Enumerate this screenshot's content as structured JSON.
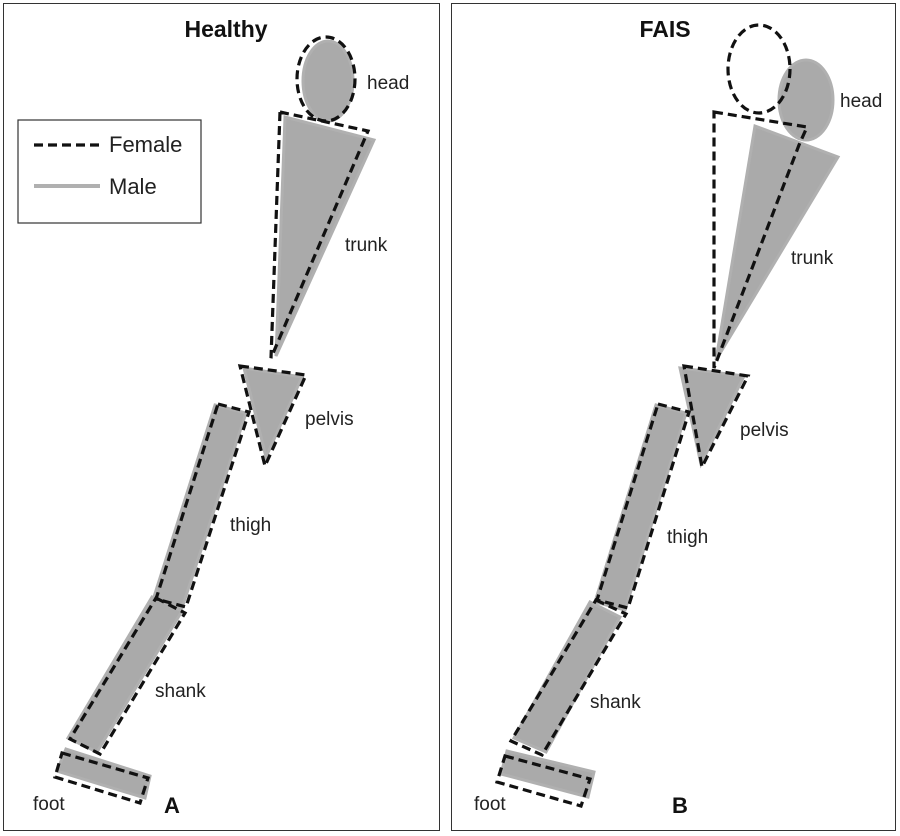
{
  "colors": {
    "male_fill": "#aaaaaa",
    "male_stroke": "#b0b0b0",
    "female_stroke": "#111111",
    "frame": "#333333"
  },
  "legend": {
    "female_label": "Female",
    "male_label": "Male"
  },
  "panels": [
    {
      "title": "Healthy",
      "letter": "A",
      "segment_labels": {
        "head": "head",
        "trunk": "trunk",
        "pelvis": "pelvis",
        "thigh": "thigh",
        "shank": "shank",
        "foot": "foot"
      }
    },
    {
      "title": "FAIS",
      "letter": "B",
      "segment_labels": {
        "head": "head",
        "trunk": "trunk",
        "pelvis": "pelvis",
        "thigh": "thigh",
        "shank": "shank",
        "foot": "foot"
      }
    }
  ]
}
